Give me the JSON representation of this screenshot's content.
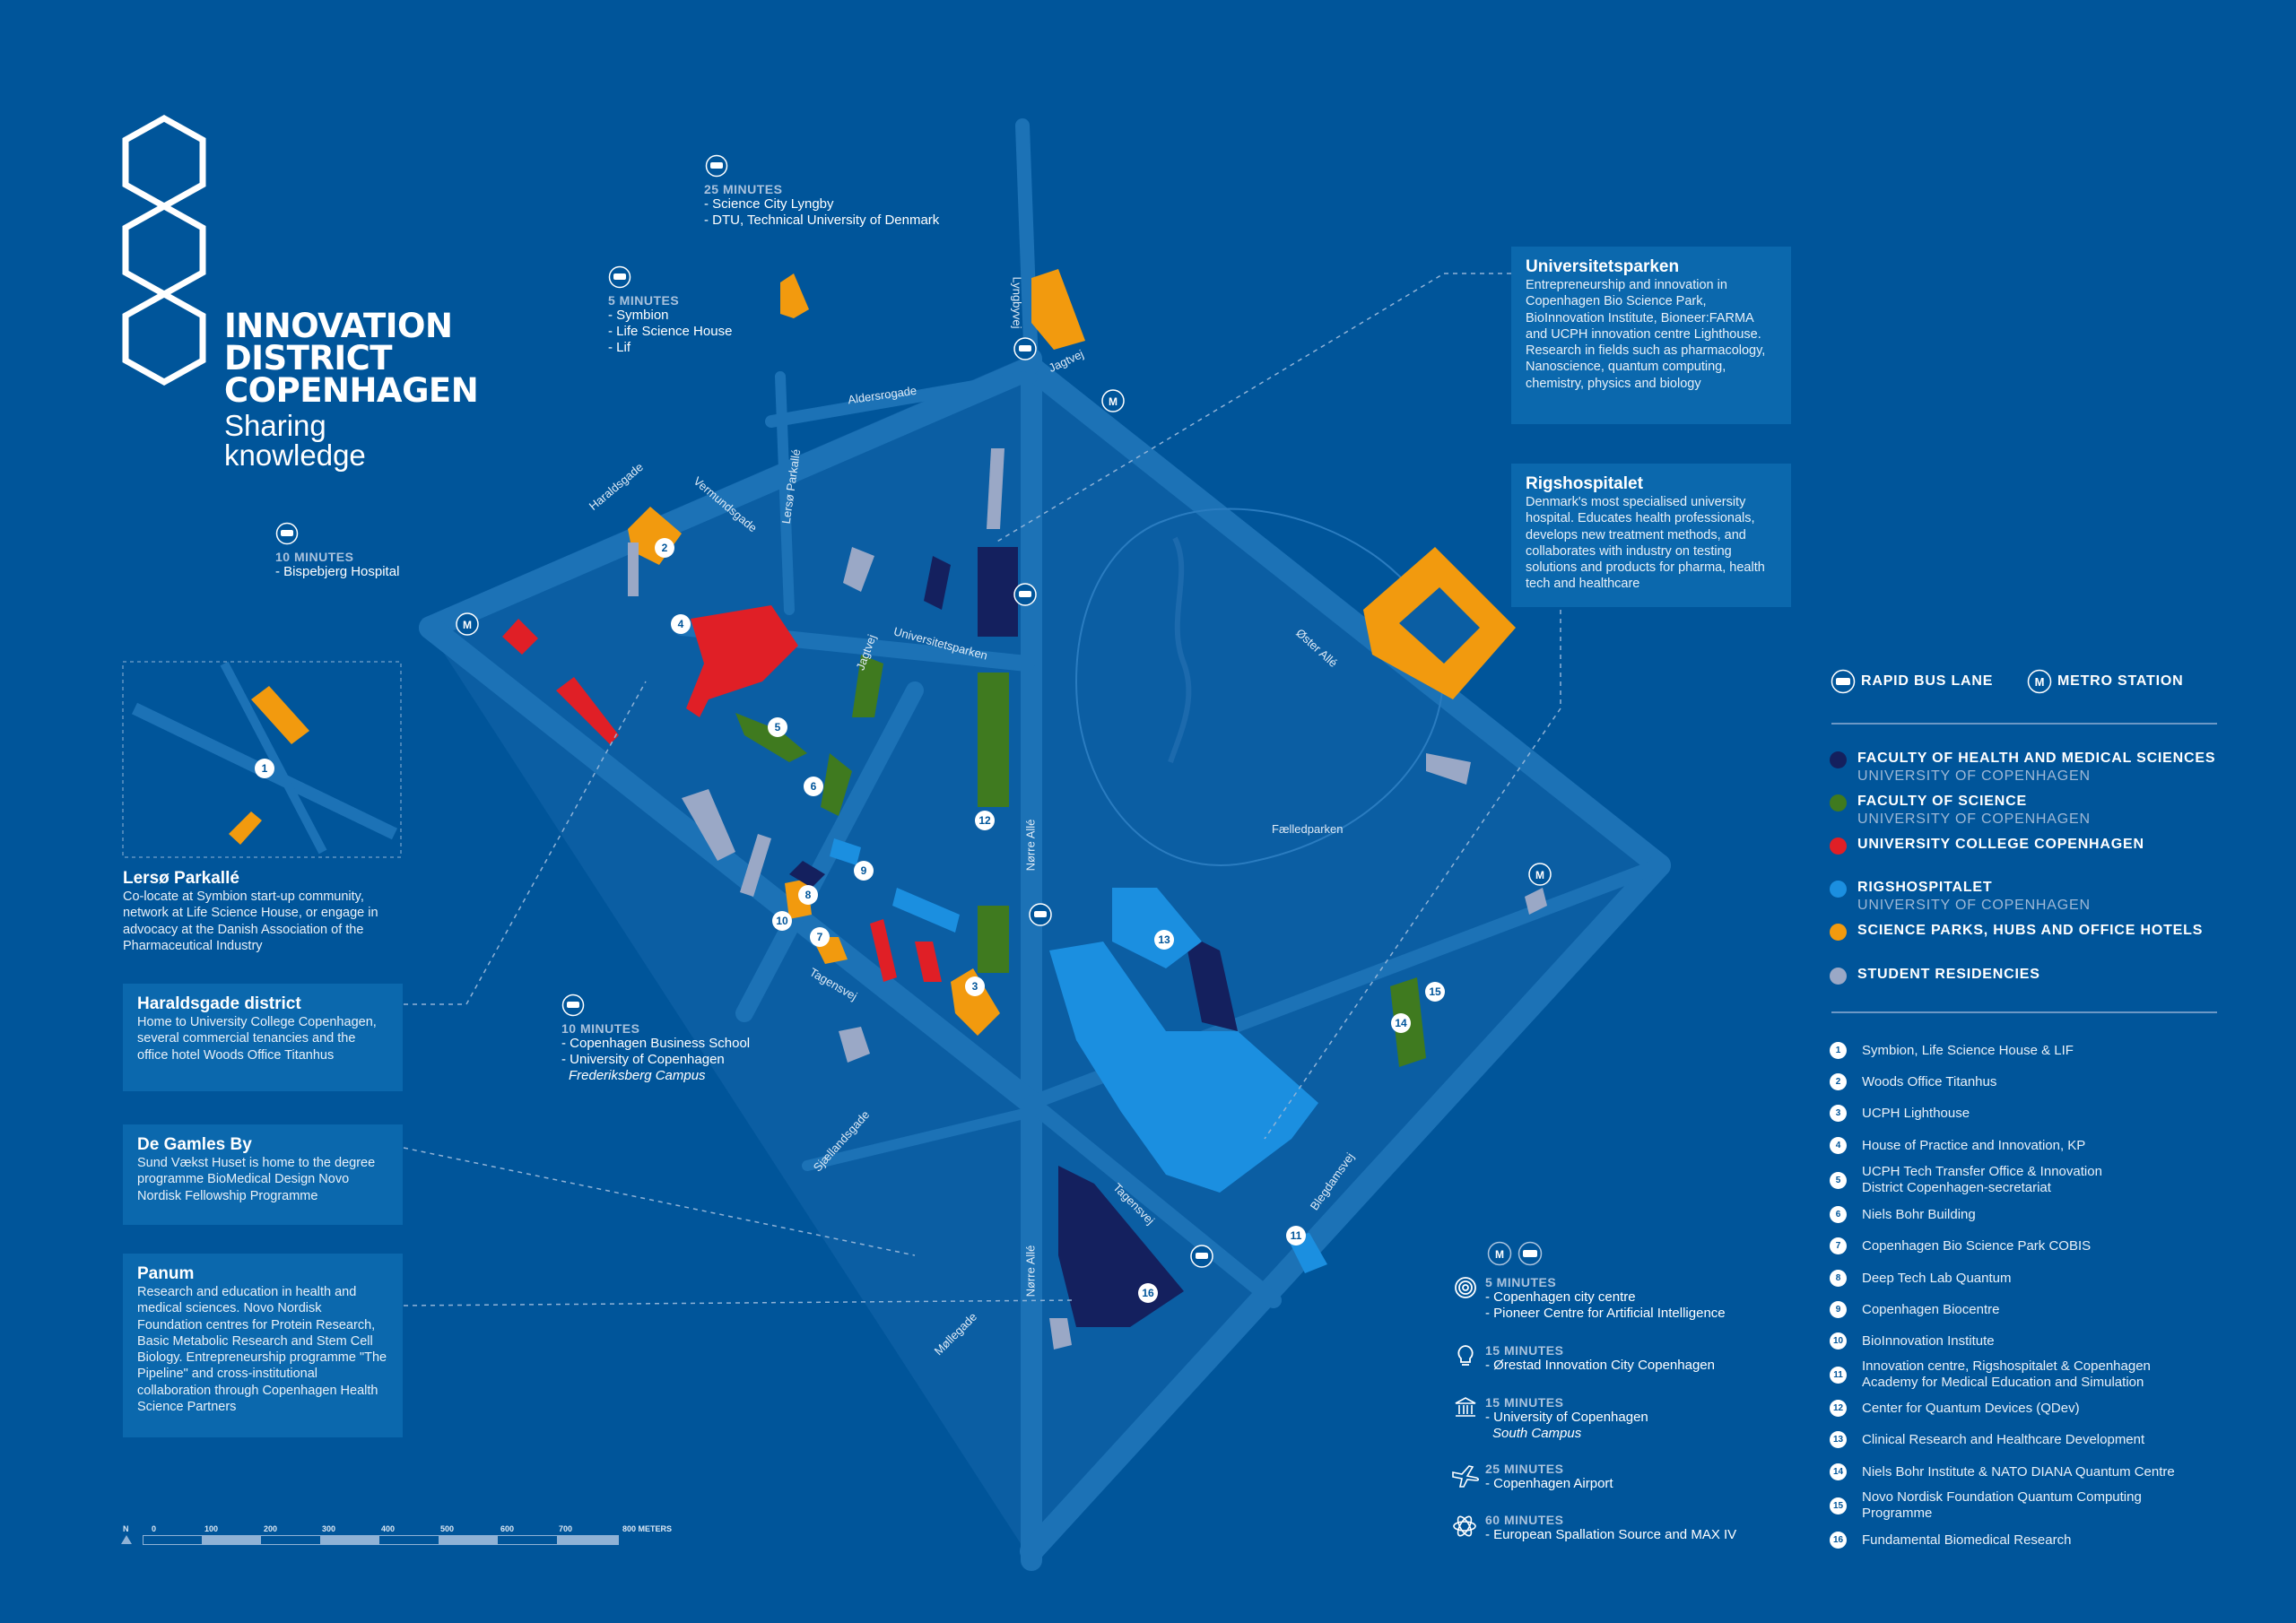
{
  "brand": {
    "title_lines": [
      "INNOVATION",
      "DISTRICT",
      "COPENHAGEN"
    ],
    "subtitle_lines": [
      "Sharing",
      "knowledge"
    ]
  },
  "colors": {
    "background": "#00559a",
    "panel": "#0b68ad",
    "road": "#1c72b6",
    "health": "#14205e",
    "science": "#3f7a1f",
    "ucc": "#e01f26",
    "rigshospitalet": "#1b8fe0",
    "science_parks": "#f29a0e",
    "residencies": "#9aa8c6"
  },
  "transit_notes": [
    {
      "minutes": "25 MINUTES",
      "lines": [
        "- Science City Lyngby",
        "- DTU, Technical University of Denmark"
      ],
      "icon": "bus-icon"
    },
    {
      "minutes": "5 MINUTES",
      "lines": [
        "- Symbion",
        "- Life Science House",
        "- Lif"
      ],
      "icon": "bus-icon"
    },
    {
      "minutes": "10 MINUTES",
      "lines": [
        "- Bispebjerg Hospital"
      ],
      "icon": "bus-icon"
    },
    {
      "minutes": "10 MINUTES",
      "lines": [
        "- Copenhagen Business School",
        "- University of Copenhagen"
      ],
      "italic": "Frederiksberg Campus",
      "icon": "bus-icon"
    }
  ],
  "left_panels": [
    {
      "title": "Lersø Parkallé",
      "text": "Co-locate at Symbion start-up community, network at Life Science House, or engage in advocacy at the Danish Association of the Pharmaceutical Industry"
    },
    {
      "title": "Haraldsgade district",
      "text": "Home to University College Copenhagen, several commercial tenancies and the office hotel Woods Office Titanhus"
    },
    {
      "title": "De Gamles By",
      "text": "Sund Vækst Huset is home to the degree programme BioMedical Design Novo Nordisk Fellowship Programme"
    },
    {
      "title": "Panum",
      "text": "Research and education in health and medical sciences. Novo Nordisk Foundation centres for Protein Research, Basic Metabolic Research and Stem Cell Biology. Entrepreneurship programme \"The Pipeline\" and cross-institutional collaboration through Copenhagen Health Science Partners"
    }
  ],
  "right_panels": [
    {
      "title": "Universitetsparken",
      "text": "Entrepreneurship and innovation in Copenhagen Bio Science Park, BioInnovation Institute, Bioneer:FARMA and UCPH innovation centre Lighthouse. Research in fields such as pharmacology, Nanoscience, quantum computing, chemistry, physics and biology"
    },
    {
      "title": "Rigshospitalet",
      "text": "Denmark's most specialised university hospital. Educates health professionals, develops new treatment methods, and collaborates with industry on testing solutions and products for pharma, health tech and healthcare"
    }
  ],
  "streets": [
    "Haraldsgade",
    "Vermundsgade",
    "Lersø Parkallé",
    "Aldersrogade",
    "Lyngbyvej",
    "Jagtvej",
    "Jagtvej",
    "Universitetsparken",
    "Øster Allé",
    "Fælledparken",
    "Nørre Allé",
    "Nørre Allé",
    "Tagensvej",
    "Tagensvej",
    "Sjællandsgade",
    "Møllegade",
    "Blegdamsvej"
  ],
  "legend": {
    "transport": [
      {
        "label": "RAPID BUS LANE",
        "icon": "bus-icon"
      },
      {
        "label": "METRO STATION",
        "icon": "metro-icon"
      }
    ],
    "categories": [
      {
        "label": "FACULTY OF HEALTH AND MEDICAL SCIENCES",
        "sub": "UNIVERSITY OF COPENHAGEN",
        "color": "#14205e"
      },
      {
        "label": "FACULTY OF SCIENCE",
        "sub": "UNIVERSITY OF COPENHAGEN",
        "color": "#3f7a1f"
      },
      {
        "label": "UNIVERSITY COLLEGE COPENHAGEN",
        "color": "#e01f26"
      },
      {
        "label": "RIGSHOSPITALET",
        "sub": "UNIVERSITY OF COPENHAGEN",
        "color": "#1b8fe0"
      },
      {
        "label": "SCIENCE PARKS, HUBS AND OFFICE HOTELS",
        "color": "#f29a0e"
      },
      {
        "label": "STUDENT RESIDENCIES",
        "color": "#9aa8c6"
      }
    ]
  },
  "places": [
    {
      "n": "1",
      "name": "Symbion, Life Science House & LIF"
    },
    {
      "n": "2",
      "name": "Woods Office Titanhus"
    },
    {
      "n": "3",
      "name": "UCPH Lighthouse"
    },
    {
      "n": "4",
      "name": "House of Practice and Innovation, KP"
    },
    {
      "n": "5",
      "name": "UCPH Tech Transfer Office & Innovation District Copenhagen-secretariat"
    },
    {
      "n": "6",
      "name": "Niels Bohr Building"
    },
    {
      "n": "7",
      "name": "Copenhagen Bio Science Park COBIS"
    },
    {
      "n": "8",
      "name": "Deep Tech Lab Quantum"
    },
    {
      "n": "9",
      "name": "Copenhagen Biocentre"
    },
    {
      "n": "10",
      "name": "BioInnovation Institute"
    },
    {
      "n": "11",
      "name": "Innovation centre, Rigshospitalet & Copenhagen Academy for Medical Education and Simulation"
    },
    {
      "n": "12",
      "name": "Center for Quantum Devices (QDev)"
    },
    {
      "n": "13",
      "name": "Clinical Research and Healthcare Development"
    },
    {
      "n": "14",
      "name": "Niels Bohr Institute & NATO DIANA Quantum Centre"
    },
    {
      "n": "15",
      "name": "Novo Nordisk Foundation Quantum Computing Programme"
    },
    {
      "n": "16",
      "name": "Fundamental Biomedical Research"
    }
  ],
  "travel_times": [
    {
      "minutes": "5 MINUTES",
      "lines": [
        "- Copenhagen city centre",
        "- Pioneer Centre for Artificial Intelligence"
      ],
      "icon": "target-icon"
    },
    {
      "minutes": "15 MINUTES",
      "lines": [
        "- Ørestad Innovation City Copenhagen"
      ],
      "icon": "lightbulb-icon"
    },
    {
      "minutes": "15 MINUTES",
      "lines": [
        "- University of Copenhagen"
      ],
      "italic": "South Campus",
      "icon": "university-icon"
    },
    {
      "minutes": "25 MINUTES",
      "lines": [
        "- Copenhagen Airport"
      ],
      "icon": "airplane-icon"
    },
    {
      "minutes": "60 MINUTES",
      "lines": [
        "- European Spallation Source and MAX IV"
      ],
      "icon": "atom-icon"
    }
  ],
  "scale": {
    "north": "N",
    "ticks": [
      "0",
      "100",
      "200",
      "300",
      "400",
      "500",
      "600",
      "700",
      "800 METERS"
    ]
  }
}
